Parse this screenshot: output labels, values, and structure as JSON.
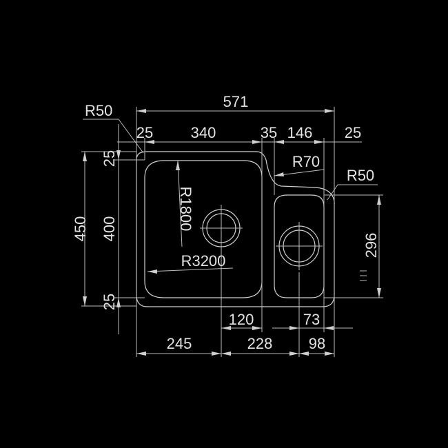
{
  "drawing": {
    "overall_width": "571",
    "top_dims": [
      "25",
      "340",
      "35",
      "146",
      "25"
    ],
    "left_dims": {
      "total_height": "450",
      "bowl_height": "400",
      "top_margin": "25",
      "bottom_margin": "25"
    },
    "right_dims": {
      "small_bowl_height": "296"
    },
    "bottom_dims": {
      "drain1_offset": "245",
      "drain_spacing": "228",
      "drain2_offset": "98",
      "drain1_to_bowl": "120",
      "drain2_to_bowl": "73"
    },
    "radii": {
      "outer_corner_left": "R50",
      "outer_corner_right": "R50",
      "bridge": "R70",
      "bowl_side": "R1800",
      "bowl_bottom": "R3200"
    },
    "colors": {
      "background": "#000000",
      "lines": "#cfcfcf"
    }
  }
}
